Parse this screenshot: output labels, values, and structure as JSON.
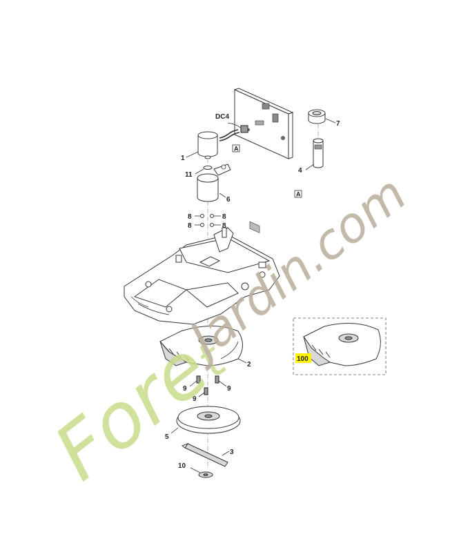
{
  "labels": {
    "p1": "1",
    "p2": "2",
    "p3": "3",
    "p4": "4",
    "p5": "5",
    "p6": "6",
    "p7": "7",
    "p8a": "8",
    "p8b": "8",
    "p8c": "8",
    "p8d": "8",
    "p9a": "9",
    "p9b": "9",
    "p9c": "9",
    "p10": "10",
    "p11": "11",
    "p100": "100",
    "dc4": "DC4",
    "refA1": "A",
    "refA2": "A"
  },
  "watermark": {
    "text_forest": "Fore",
    "text_t": "t",
    "text_rest": "Jardin.com",
    "color_green": "#c8dc8a",
    "color_brown": "#b9ad9a",
    "color_orange": "#f2b24a"
  },
  "colors": {
    "highlight": "#fff200",
    "line": "#333333"
  }
}
